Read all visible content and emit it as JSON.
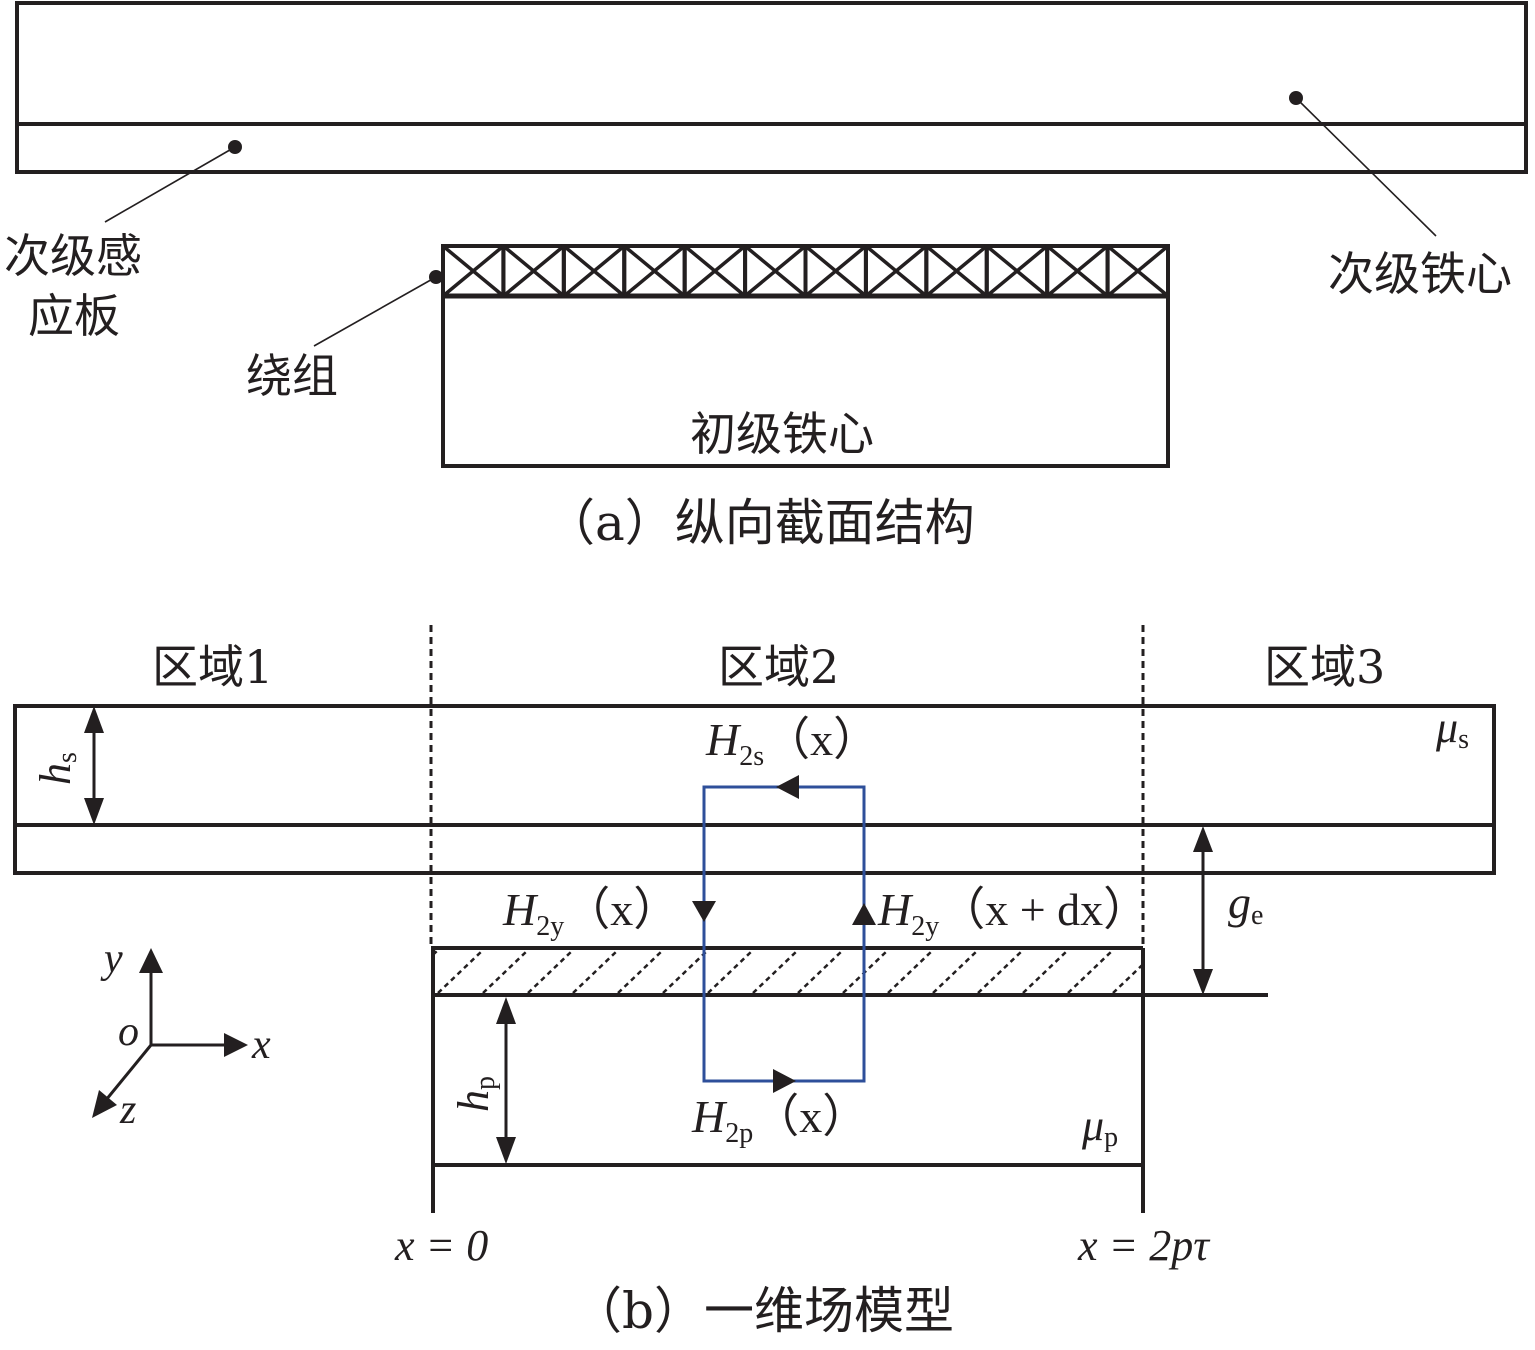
{
  "figure_a": {
    "caption": "（a）纵向截面结构",
    "labels": {
      "secondary_plate_line1": "次级感",
      "secondary_plate_line2": "应板",
      "secondary_core": "次级铁心",
      "winding": "绕组",
      "primary_core": "初级铁心"
    },
    "winding_slot_count": 12
  },
  "figure_b": {
    "caption": "（b）一维场模型",
    "regions": [
      "区域1",
      "区域2",
      "区域3"
    ],
    "symbols": {
      "hs": {
        "base": "h",
        "sub": "s"
      },
      "hp": {
        "base": "h",
        "sub": "p"
      },
      "ge": {
        "base": "g",
        "sub": "e"
      },
      "mu_s": {
        "base": "μ",
        "sub": "s"
      },
      "mu_p": {
        "base": "μ",
        "sub": "p"
      },
      "H2s": {
        "base": "H",
        "sub": "2s",
        "arg": "（x）"
      },
      "H2y_left": {
        "base": "H",
        "sub": "2y",
        "arg": "（x）"
      },
      "H2y_right": {
        "base": "H",
        "sub": "2y",
        "arg": "（x + dx）"
      },
      "H2p": {
        "base": "H",
        "sub": "2p",
        "arg": "（x）"
      }
    },
    "axes": {
      "y": "y",
      "x": "x",
      "z": "z",
      "origin": "o"
    },
    "boundaries": {
      "left": "x = 0",
      "right": "x = 2pτ"
    },
    "loop_color": "#2e4f9a"
  }
}
